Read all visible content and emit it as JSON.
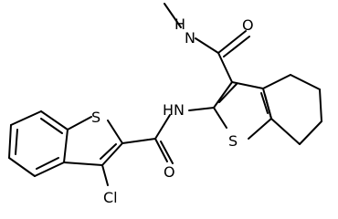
{
  "molecule": {
    "atom_labels": {
      "s_left": "S",
      "s_right": "S",
      "nh_amide": "HN",
      "nh_methyl": "H",
      "n_methyl": "N",
      "o_left": "O",
      "o_right": "O",
      "cl": "Cl"
    },
    "colors": {
      "stroke": "#000000",
      "background": "#ffffff"
    }
  }
}
